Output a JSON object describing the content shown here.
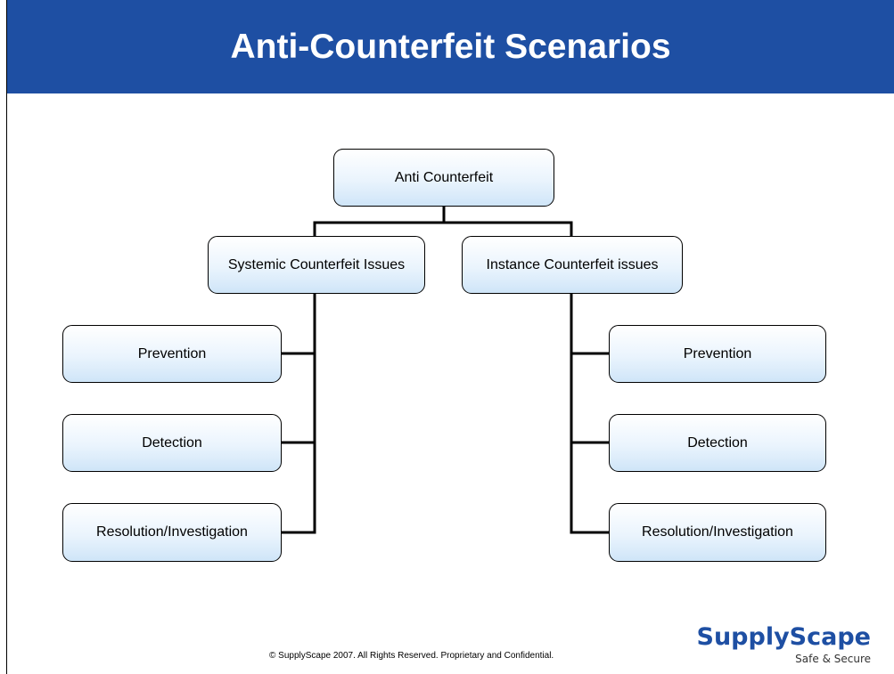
{
  "slide": {
    "title": "Anti-Counterfeit Scenarios"
  },
  "diagram": {
    "root": {
      "label": "Anti Counterfeit"
    },
    "branches": [
      {
        "label": "Systemic Counterfeit Issues",
        "children": [
          "Prevention",
          "Detection",
          "Resolution/Investigation"
        ]
      },
      {
        "label": "Instance Counterfeit issues",
        "children": [
          "Prevention",
          "Detection",
          "Resolution/Investigation"
        ]
      }
    ]
  },
  "footer": {
    "copyright": "© SupplyScape 2007.  All Rights Reserved. Proprietary and Confidential."
  },
  "logo": {
    "name": "SupplyScape",
    "tagline": "Safe & Secure",
    "color": "#1e4fa3"
  },
  "colors": {
    "header_background": "#1e4fa3",
    "node_gradient_top": "#ffffff",
    "node_gradient_bottom": "#cfe5f8",
    "connector": "#000000"
  }
}
